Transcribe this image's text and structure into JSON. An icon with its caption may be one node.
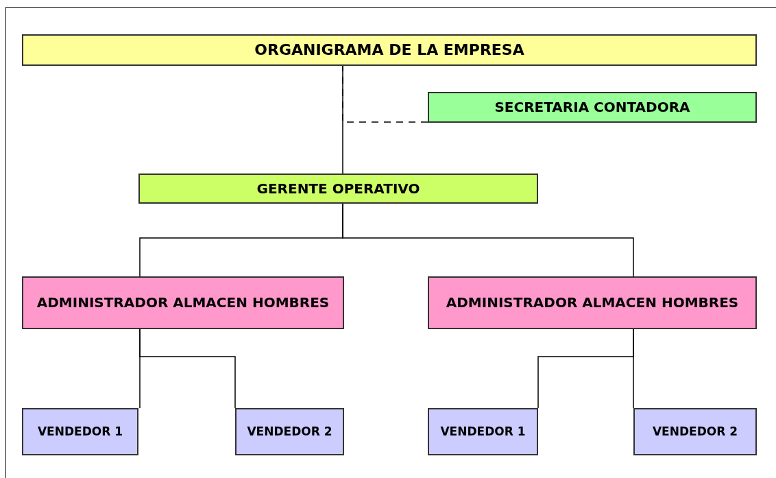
{
  "diagram": {
    "nodes": [
      {
        "text": [
          "ORGANIGRAMA DE LA EMPRESA"
        ]
      },
      {
        "text": [
          "SECRETARIA CONTADORA"
        ]
      },
      {
        "text": [
          "GERENTE OPERATIVO"
        ]
      },
      {
        "text": [
          "ADMINISTRADOR ALMACEN HOMBRES"
        ]
      },
      {
        "text": [
          "ADMINISTRADOR ALMACEN HOMBRES"
        ]
      },
      {
        "text": [
          "VENDEDOR 1"
        ]
      },
      {
        "text": [
          "VENDEDOR 2"
        ]
      },
      {
        "text": [
          "VENDEDOR 1"
        ]
      },
      {
        "text": [
          "VENDEDOR 2"
        ]
      }
    ],
    "edges": [
      {
        "from": 0,
        "to": 2,
        "arrow": "none"
      },
      {
        "from": 1,
        "to": 0,
        "arrow": "none",
        "style": "dashed"
      },
      {
        "from": 2,
        "to": 3,
        "arrow": "none"
      },
      {
        "from": 2,
        "to": 4,
        "arrow": "none"
      },
      {
        "from": 3,
        "to": 5,
        "arrow": "none"
      },
      {
        "from": 3,
        "to": 6,
        "arrow": "none"
      },
      {
        "from": 4,
        "to": 7,
        "arrow": "none"
      },
      {
        "from": 4,
        "to": 8,
        "arrow": "none"
      }
    ]
  }
}
